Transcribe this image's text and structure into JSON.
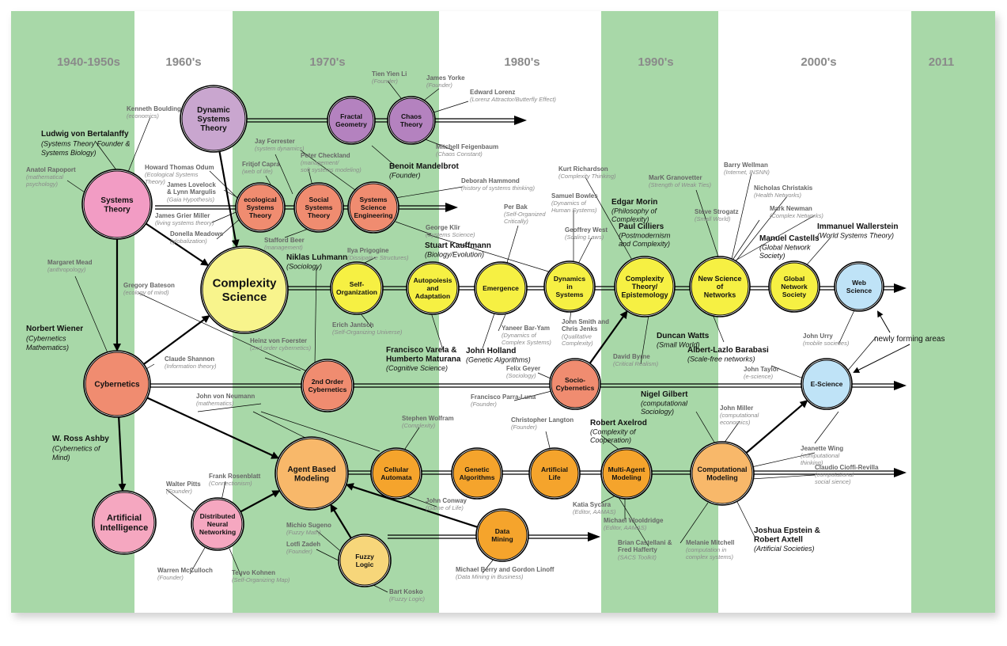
{
  "decades": [
    "1940-1950s",
    "1960's",
    "1970's",
    "1980's",
    "1990's",
    "2000's",
    "2011"
  ],
  "colors": {
    "band_green": "#a8d8a8",
    "pink": "#f29cc4",
    "lavender": "#c9a6cf",
    "purple": "#b482bf",
    "salmon": "#f08c70",
    "yellow": "#f6f043",
    "light_yellow": "#f8f48c",
    "orange": "#f5a42c",
    "light_orange": "#f8b86a",
    "light_pink": "#f5a7c0",
    "sky": "#bfe3f7",
    "fuzzy": "#f7d67a"
  },
  "nodes": [
    {
      "id": "systems-theory",
      "label": "Systems\nTheory",
      "color": "#f29cc4"
    },
    {
      "id": "cybernetics",
      "label": "Cybernetics",
      "color": "#f08c70"
    },
    {
      "id": "artificial-intelligence",
      "label": "Artificial\nIntelligence",
      "color": "#f5a7c0"
    },
    {
      "id": "dynamic-systems-theory",
      "label": "Dynamic\nSystems\nTheory",
      "color": "#c9a6cf"
    },
    {
      "id": "fractal-geometry",
      "label": "Fractal\nGeometry",
      "color": "#b482bf"
    },
    {
      "id": "chaos-theory",
      "label": "Chaos\nTheory",
      "color": "#b482bf"
    },
    {
      "id": "ecological-systems-theory",
      "label": "ecological\nSystems\nTheory",
      "color": "#f08c70"
    },
    {
      "id": "social-systems-theory",
      "label": "Social\nSystems\nTheory",
      "color": "#f08c70"
    },
    {
      "id": "systems-science-engineering",
      "label": "Systems\nScience\nEngineering",
      "color": "#f08c70"
    },
    {
      "id": "complexity-science",
      "label": "Complexity\nScience",
      "color": "#f8f48c"
    },
    {
      "id": "self-organization",
      "label": "Self-\nOrganization",
      "color": "#f6f043"
    },
    {
      "id": "autopoiesis",
      "label": "Autopoiesis\nand\nAdaptation",
      "color": "#f6f043"
    },
    {
      "id": "emergence",
      "label": "Emergence",
      "color": "#f6f043"
    },
    {
      "id": "dynamics-in-systems",
      "label": "Dynamics\nin\nSystems",
      "color": "#f6f043"
    },
    {
      "id": "complexity-epistemology",
      "label": "Complexity\nTheory/\nEpistemology",
      "color": "#f6f043"
    },
    {
      "id": "new-science-networks",
      "label": "New Science\nof\nNetworks",
      "color": "#f6f043"
    },
    {
      "id": "global-network-society",
      "label": "Global\nNetwork\nSociety",
      "color": "#f6f043"
    },
    {
      "id": "web-science",
      "label": "Web\nScience",
      "color": "#bfe3f7"
    },
    {
      "id": "second-order-cybernetics",
      "label": "2nd Order\nCybernetics",
      "color": "#f08c70"
    },
    {
      "id": "socio-cybernetics",
      "label": "Socio-\nCybernetics",
      "color": "#f08c70"
    },
    {
      "id": "e-science",
      "label": "E-Science",
      "color": "#bfe3f7"
    },
    {
      "id": "agent-based-modeling",
      "label": "Agent Based\nModeling",
      "color": "#f8b86a"
    },
    {
      "id": "cellular-automata",
      "label": "Cellular\nAutomata",
      "color": "#f5a42c"
    },
    {
      "id": "genetic-algorithms",
      "label": "Genetic\nAlgorithms",
      "color": "#f5a42c"
    },
    {
      "id": "artificial-life",
      "label": "Artificial\nLife",
      "color": "#f5a42c"
    },
    {
      "id": "multi-agent-modeling",
      "label": "Multi-Agent\nModeling",
      "color": "#f5a42c"
    },
    {
      "id": "computational-modeling",
      "label": "Computational\nModeling",
      "color": "#f8b86a"
    },
    {
      "id": "distributed-neural-networking",
      "label": "Distributed\nNeural\nNetworking",
      "color": "#f5a7c0"
    },
    {
      "id": "fuzzy-logic",
      "label": "Fuzzy\nLogic",
      "color": "#f7d67a"
    },
    {
      "id": "data-mining",
      "label": "Data\nMining",
      "color": "#f5a42c"
    }
  ],
  "people": [
    {
      "id": "bertalanffy",
      "name": "Ludwig von Bertalanffy",
      "note": "(Systems Theory Founder &\nSystems Biology)",
      "bold": true
    },
    {
      "id": "boulding",
      "name": "Kenneth Boulding",
      "note": "(economics)"
    },
    {
      "id": "rapoport",
      "name": "Anatol Rapoport",
      "note": "(mathematical\npsychology)"
    },
    {
      "id": "odum",
      "name": "Howard Thomas Odum",
      "note": "(Ecological Systems\nTheory)",
      "dark": true
    },
    {
      "id": "lovelock",
      "name": "James Lovelock\n& Lynn Margulis",
      "note": "(Gaia Hypothesis)"
    },
    {
      "id": "miller",
      "name": "James Grier Miller",
      "note": "(living systems theory)"
    },
    {
      "id": "meadows",
      "name": "Donella Meadows",
      "note": "(globalization)"
    },
    {
      "id": "forrester",
      "name": "Jay Forrester",
      "note": "(system dynamics)"
    },
    {
      "id": "capra",
      "name": "Fritjof Capra",
      "note": "(web of life)"
    },
    {
      "id": "checkland",
      "name": "Peter Checkland",
      "note": "(management/\nsoft systems modeling)"
    },
    {
      "id": "beer",
      "name": "Stafford Beer",
      "note": "(management)"
    },
    {
      "id": "mead",
      "name": "Margaret Mead",
      "note": "(anthropology)"
    },
    {
      "id": "bateson",
      "name": "Gregory Bateson",
      "note": "(ecology of mind)"
    },
    {
      "id": "wiener",
      "name": "Norbert Wiener",
      "note": "(Cybernetics\nMathematics)",
      "bold": true
    },
    {
      "id": "shannon",
      "name": "Claude Shannon",
      "note": "(Information theory)"
    },
    {
      "id": "foerster",
      "name": "Heinz von Foerster",
      "note": "(2nd order cybernetics)"
    },
    {
      "id": "luhmann",
      "name": "Niklas Luhmann",
      "note": "(Sociology)",
      "bold": true
    },
    {
      "id": "prigogine",
      "name": "Ilya Prigogine",
      "note": "(Dissipative Structures)"
    },
    {
      "id": "jantsch",
      "name": "Erich Jantsch",
      "note": "(Self-Organizing Universe)"
    },
    {
      "id": "li",
      "name": "Tien Yien Li",
      "note": "(Founder)"
    },
    {
      "id": "yorke",
      "name": "James Yorke",
      "note": "(Founder)"
    },
    {
      "id": "lorenz",
      "name": "Edward Lorenz",
      "note": "(Lorenz Attractor/Butterfly Effect)"
    },
    {
      "id": "feigenbaum",
      "name": "Mitchell Feigenbaum",
      "note": "(Chaos Constant)"
    },
    {
      "id": "mandelbrot",
      "name": "Benoit Mandelbrot",
      "note": "(Founder)",
      "bold": true
    },
    {
      "id": "hammond",
      "name": "Deborah Hammond",
      "note": "(history of systems thinking)"
    },
    {
      "id": "klir",
      "name": "George Klir",
      "note": "(Systems Science)"
    },
    {
      "id": "kauffmann",
      "name": "Stuart Kauffmann",
      "note": "(Biology/Evolution)",
      "bold": true
    },
    {
      "id": "bak",
      "name": "Per Bak",
      "note": "(Self-Organized\nCritically)",
      "dark": true
    },
    {
      "id": "bowles",
      "name": "Samuel Bowles",
      "note": "(Dynamics of\nHuman Systems)"
    },
    {
      "id": "west",
      "name": "Geoffrey West",
      "note": "(Scaling Laws)"
    },
    {
      "id": "richardson",
      "name": "Kurt Richardson",
      "note": "(Complexity Thinking)"
    },
    {
      "id": "morin",
      "name": "Edgar Morin",
      "note": "(Philosophy of\nComplexity)",
      "bold": true
    },
    {
      "id": "cilliers",
      "name": "Paul Cilliers",
      "note": "(Postmodernism\nand Complexity)",
      "bold": true
    },
    {
      "id": "baryam",
      "name": "Yaneer Bar-Yam",
      "note": "(Dynamics of\nComplex Systems)"
    },
    {
      "id": "smith",
      "name": "John Smith and\nChris Jenks",
      "note": "(Qualitative\nComplexity)"
    },
    {
      "id": "varela",
      "name": "Francisco Varela &\nHumberto Maturana",
      "note": "(Cognitive Science)",
      "bold": true
    },
    {
      "id": "holland",
      "name": "John Holland",
      "note": "(Genetic Algorithms)",
      "bold": true
    },
    {
      "id": "geyer",
      "name": "Felix Geyer",
      "note": "(Sociology)"
    },
    {
      "id": "parraluna",
      "name": "Francisco Parra-Luna",
      "note": "(Founder)"
    },
    {
      "id": "byrne",
      "name": "David Byrne",
      "note": "(Critical Realism)",
      "dark": true
    },
    {
      "id": "granovetter",
      "name": "MarK Granovetter",
      "note": "(Strength of Weak Ties)"
    },
    {
      "id": "wellman",
      "name": "Barry Wellman",
      "note": "(Internet, INSNN)"
    },
    {
      "id": "christakis",
      "name": "Nicholas Christakis",
      "note": "(Health Networks)"
    },
    {
      "id": "strogatz",
      "name": "Steve Strogatz",
      "note": "(Small World)"
    },
    {
      "id": "newman",
      "name": "Mark Newman",
      "note": "(Complex Networks)"
    },
    {
      "id": "wallerstein",
      "name": "Immanuel Wallerstein",
      "note": "(World Systems Theory)",
      "bold": true
    },
    {
      "id": "castells",
      "name": "Manuel Castells",
      "note": "(Global Network\nSociety)",
      "bold": true
    },
    {
      "id": "watts",
      "name": "Duncan Watts",
      "note": "(Small World)",
      "bold": true
    },
    {
      "id": "barabasi",
      "name": "Albert-Lazlo Barabasi",
      "note": "(Scale-free networks)",
      "bold": true
    },
    {
      "id": "urry",
      "name": "John Urry",
      "note": "(mobile societies)"
    },
    {
      "id": "taylor",
      "name": "John Taylor",
      "note": "(e-science)"
    },
    {
      "id": "vonneumann",
      "name": "John von Neumann",
      "note": "(mathematics)",
      "dark": true
    },
    {
      "id": "wolfram",
      "name": "Stephen Wolfram",
      "note": "(Complexity)"
    },
    {
      "id": "conway",
      "name": "John Conway",
      "note": "(Game of Life)"
    },
    {
      "id": "langton",
      "name": "Christopher Langton",
      "note": "(Founder)"
    },
    {
      "id": "axelrod",
      "name": "Robert Axelrod",
      "note": "(Complexity of\nCooperation)",
      "bold": true
    },
    {
      "id": "sycara",
      "name": "Katia Sycara",
      "note": "(Editor, AAMAS)"
    },
    {
      "id": "wooldridge",
      "name": "Michael Wooldridge",
      "note": "(Editor, AAMAS)"
    },
    {
      "id": "gilbert",
      "name": "Nigel Gilbert",
      "note": "(computational\nSociology)",
      "bold": true
    },
    {
      "id": "jmiller",
      "name": "John Miller",
      "note": "(computational\neconomics)"
    },
    {
      "id": "wing",
      "name": "Jeanette Wing",
      "note": "(computational\nthinking)"
    },
    {
      "id": "cioffi",
      "name": "Claudio Cioffi-Revilla",
      "note": "(computational\nsocial sience)"
    },
    {
      "id": "epstein",
      "name": "Joshua Epstein &\nRobert Axtell",
      "note": "(Artificial Societies)",
      "bold": true
    },
    {
      "id": "castellani",
      "name": "Brian Castellani &\nFred Hafferty",
      "note": "(SACS Toolkit)"
    },
    {
      "id": "mitchell",
      "name": "Melanie Mitchell",
      "note": "(computation in\ncomplex systems)"
    },
    {
      "id": "ashby",
      "name": "W. Ross Ashby",
      "note": "(Cybernetics of\nMind)",
      "bold": true
    },
    {
      "id": "pitts",
      "name": "Walter Pitts",
      "note": "(Founder)"
    },
    {
      "id": "rosenblatt",
      "name": "Frank Rosenblatt",
      "note": "(Connectionism)"
    },
    {
      "id": "mcculloch",
      "name": "Warren McCulloch",
      "note": "(Founder)"
    },
    {
      "id": "kohnen",
      "name": "Teuvo Kohnen",
      "note": "(Self-Organizing  Map)"
    },
    {
      "id": "sugeno",
      "name": "Michio Sugeno",
      "note": "(Fuzzy Math)"
    },
    {
      "id": "zadeh",
      "name": "Lotfi Zadeh",
      "note": "(Founder)"
    },
    {
      "id": "kosko",
      "name": "Bart Kosko",
      "note": "(Fuzzy Logic)"
    },
    {
      "id": "berry",
      "name": "Michael Berry and Gordon Linoff",
      "note": "(Data Mining in Business)"
    }
  ],
  "annotations": {
    "newly_forming": "newly forming areas"
  }
}
